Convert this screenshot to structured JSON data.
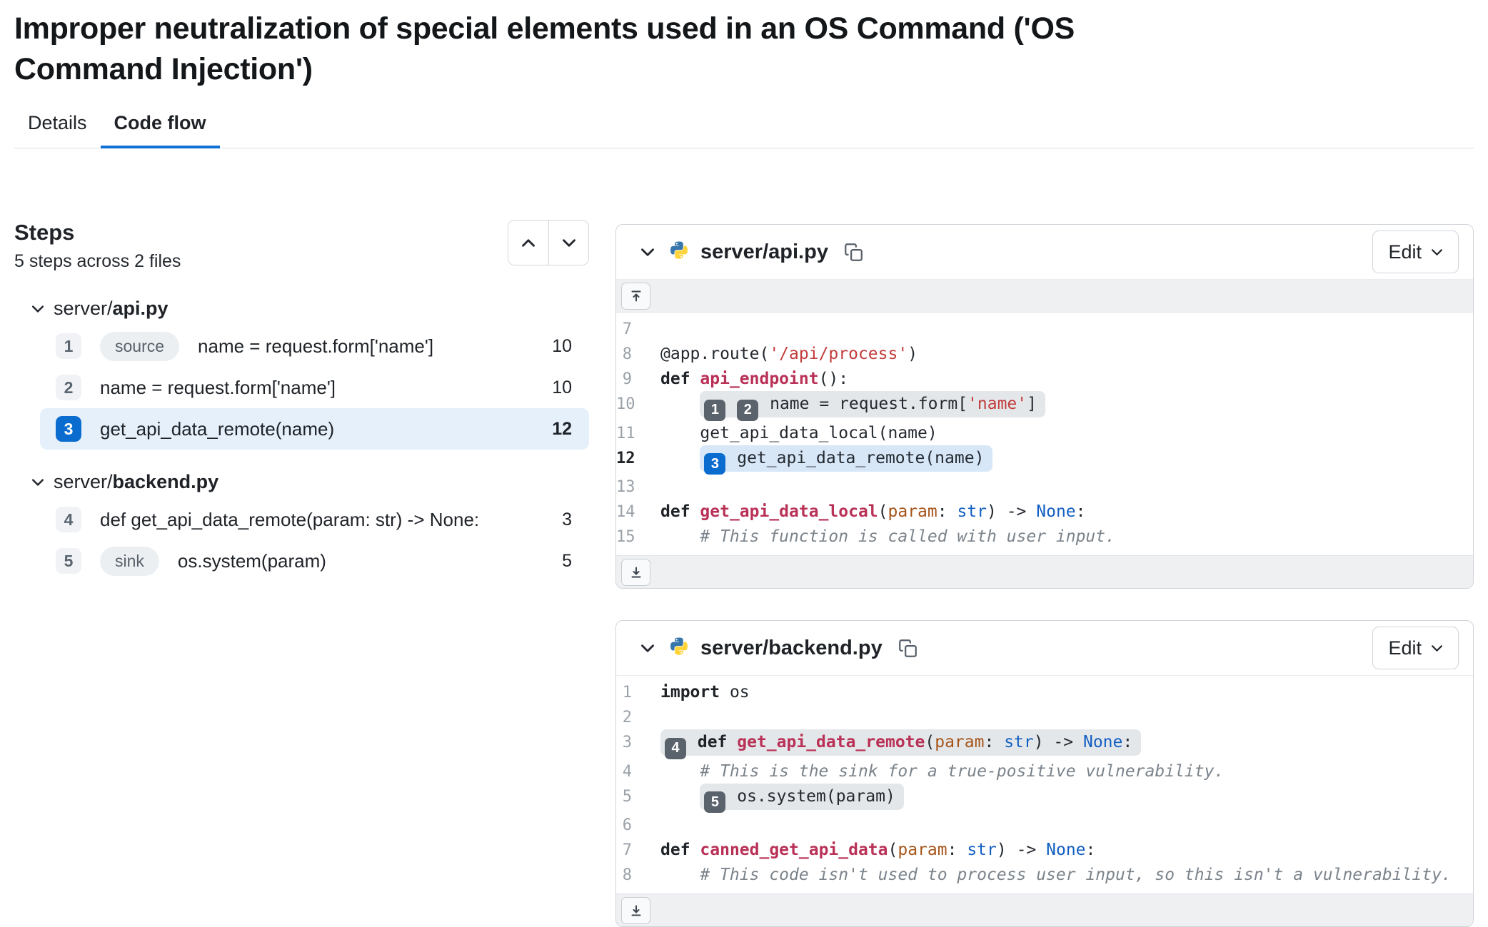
{
  "page": {
    "title": "Improper neutralization of special elements used in an OS Command ('OS Command Injection')"
  },
  "tabs": {
    "details": "Details",
    "code_flow": "Code flow"
  },
  "colors": {
    "accent_blue": "#0b6cd0",
    "tab_underline": "#1170d6",
    "selected_row_bg": "#e6f0fb",
    "highlight_gray": "#e4e7ea",
    "highlight_blue": "#d7e7f8",
    "badge_dark": "#5a626c",
    "python_blue": "#3776AB",
    "python_yellow": "#FFD43B"
  },
  "steps_panel": {
    "heading": "Steps",
    "subheading": "5 steps across 2 files",
    "groups": [
      {
        "file_prefix": "server/",
        "file_bold": "api.py",
        "steps": [
          {
            "num": "1",
            "tag": "source",
            "text": "name = request.form['name']",
            "line": "10",
            "selected": false
          },
          {
            "num": "2",
            "tag": "",
            "text": "name = request.form['name']",
            "line": "10",
            "selected": false
          },
          {
            "num": "3",
            "tag": "",
            "text": "get_api_data_remote(name)",
            "line": "12",
            "selected": true
          }
        ]
      },
      {
        "file_prefix": "server/",
        "file_bold": "backend.py",
        "steps": [
          {
            "num": "4",
            "tag": "",
            "text": "def get_api_data_remote(param: str) -> None:",
            "line": "3",
            "selected": false
          },
          {
            "num": "5",
            "tag": "sink",
            "text": "os.system(param)",
            "line": "5",
            "selected": false
          }
        ]
      }
    ]
  },
  "code_cards": [
    {
      "file_name": "server/api.py",
      "edit_label": "Edit",
      "language_icon": "python-icon",
      "lines": [
        {
          "num": "7",
          "tokens": []
        },
        {
          "num": "8",
          "tokens": [
            {
              "c": "pln",
              "v": "@app.route("
            },
            {
              "c": "str",
              "v": "'/api/process'"
            },
            {
              "c": "pln",
              "v": ")"
            }
          ]
        },
        {
          "num": "9",
          "tokens": [
            {
              "c": "kw",
              "v": "def"
            },
            {
              "c": "pln",
              "v": " "
            },
            {
              "c": "fn",
              "v": "api_endpoint"
            },
            {
              "c": "pln",
              "v": "():"
            }
          ]
        },
        {
          "num": "10",
          "tokens": [
            {
              "c": "pln",
              "v": "    "
            },
            {
              "h": "gray",
              "t": [
                {
                  "b": "1",
                  "s": "dark"
                },
                {
                  "c": "pln",
                  "v": " "
                },
                {
                  "b": "2",
                  "s": "dark"
                },
                {
                  "c": "pln",
                  "v": " name = request.form["
                },
                {
                  "c": "str",
                  "v": "'name'"
                },
                {
                  "c": "pln",
                  "v": "]"
                }
              ]
            }
          ]
        },
        {
          "num": "11",
          "tokens": [
            {
              "c": "pln",
              "v": "    get_api_data_local(name)"
            }
          ]
        },
        {
          "num": "12",
          "active": true,
          "tokens": [
            {
              "c": "pln",
              "v": "    "
            },
            {
              "h": "blue",
              "t": [
                {
                  "b": "3",
                  "s": "blue"
                },
                {
                  "c": "pln",
                  "v": " get_api_data_remote(name)"
                }
              ]
            }
          ]
        },
        {
          "num": "13",
          "tokens": []
        },
        {
          "num": "14",
          "tokens": [
            {
              "c": "kw",
              "v": "def"
            },
            {
              "c": "pln",
              "v": " "
            },
            {
              "c": "fn",
              "v": "get_api_data_local"
            },
            {
              "c": "pln",
              "v": "("
            },
            {
              "c": "par",
              "v": "param"
            },
            {
              "c": "pln",
              "v": ": "
            },
            {
              "c": "typ",
              "v": "str"
            },
            {
              "c": "pln",
              "v": ") -> "
            },
            {
              "c": "typ",
              "v": "None"
            },
            {
              "c": "pln",
              "v": ":"
            }
          ]
        },
        {
          "num": "15",
          "tokens": [
            {
              "c": "pln",
              "v": "    "
            },
            {
              "c": "com",
              "v": "# This function is called with user input."
            }
          ]
        }
      ]
    },
    {
      "file_name": "server/backend.py",
      "edit_label": "Edit",
      "language_icon": "python-icon",
      "lines": [
        {
          "num": "1",
          "tokens": [
            {
              "c": "kw",
              "v": "import"
            },
            {
              "c": "pln",
              "v": " os"
            }
          ]
        },
        {
          "num": "2",
          "tokens": []
        },
        {
          "num": "3",
          "tokens": [
            {
              "h": "gray",
              "t": [
                {
                  "b": "4",
                  "s": "dark"
                },
                {
                  "c": "pln",
                  "v": " "
                },
                {
                  "c": "kw",
                  "v": "def"
                },
                {
                  "c": "pln",
                  "v": " "
                },
                {
                  "c": "fn",
                  "v": "get_api_data_remote"
                },
                {
                  "c": "pln",
                  "v": "("
                },
                {
                  "c": "par",
                  "v": "param"
                },
                {
                  "c": "pln",
                  "v": ": "
                },
                {
                  "c": "typ",
                  "v": "str"
                },
                {
                  "c": "pln",
                  "v": ") -> "
                },
                {
                  "c": "typ",
                  "v": "None"
                },
                {
                  "c": "pln",
                  "v": ":"
                }
              ]
            }
          ]
        },
        {
          "num": "4",
          "tokens": [
            {
              "c": "pln",
              "v": "    "
            },
            {
              "c": "com",
              "v": "# This is the sink for a true-positive vulnerability."
            }
          ]
        },
        {
          "num": "5",
          "tokens": [
            {
              "c": "pln",
              "v": "    "
            },
            {
              "h": "gray",
              "t": [
                {
                  "b": "5",
                  "s": "dark"
                },
                {
                  "c": "pln",
                  "v": " os.system(param)"
                }
              ]
            }
          ]
        },
        {
          "num": "6",
          "tokens": []
        },
        {
          "num": "7",
          "tokens": [
            {
              "c": "kw",
              "v": "def"
            },
            {
              "c": "pln",
              "v": " "
            },
            {
              "c": "fn",
              "v": "canned_get_api_data"
            },
            {
              "c": "pln",
              "v": "("
            },
            {
              "c": "par",
              "v": "param"
            },
            {
              "c": "pln",
              "v": ": "
            },
            {
              "c": "typ",
              "v": "str"
            },
            {
              "c": "pln",
              "v": ") -> "
            },
            {
              "c": "typ",
              "v": "None"
            },
            {
              "c": "pln",
              "v": ":"
            }
          ]
        },
        {
          "num": "8",
          "tokens": [
            {
              "c": "pln",
              "v": "    "
            },
            {
              "c": "com",
              "v": "# This code isn't used to process user input, so this isn't a vulnerability."
            }
          ]
        }
      ]
    }
  ]
}
